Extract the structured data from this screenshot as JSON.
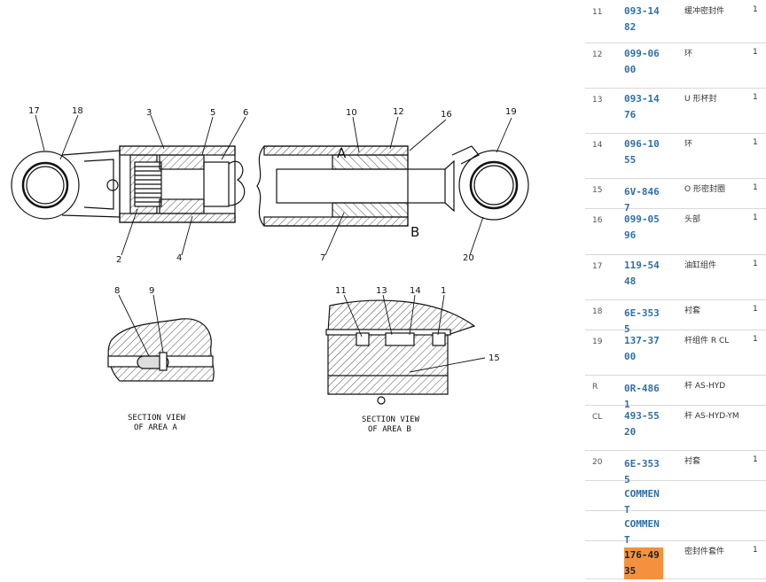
{
  "diagram": {
    "callouts": [
      "17",
      "18",
      "3",
      "5",
      "6",
      "10",
      "12",
      "16",
      "19",
      "2",
      "4",
      "7",
      "20",
      "A",
      "B",
      "8",
      "9",
      "11",
      "13",
      "14",
      "1",
      "15"
    ],
    "section_a_caption": [
      "SECTION VIEW",
      "OF AREA A"
    ],
    "section_b_caption": [
      "SECTION VIEW",
      "OF AREA B"
    ]
  },
  "parts": [
    {
      "idx": "11",
      "pn": "093-1482",
      "desc": "缓冲密封件",
      "qty": "1"
    },
    {
      "idx": "12",
      "pn": "099-0600",
      "desc": "环",
      "qty": "1"
    },
    {
      "idx": "13",
      "pn": "093-1476",
      "desc": "U 形杯封",
      "qty": "1"
    },
    {
      "idx": "14",
      "pn": "096-1055",
      "desc": "环",
      "qty": "1"
    },
    {
      "idx": "15",
      "pn": "6V-8467",
      "desc": "O 形密封圈",
      "qty": "1"
    },
    {
      "idx": "16",
      "pn": "099-0596",
      "desc": "头部",
      "qty": "1"
    },
    {
      "idx": "17",
      "pn": "119-5448",
      "desc": "油缸组件",
      "qty": "1"
    },
    {
      "idx": "18",
      "pn": "6E-3535",
      "desc": "衬套",
      "qty": "1"
    },
    {
      "idx": "19",
      "pn": "137-3700",
      "desc": "杆组件 R CL",
      "qty": "1"
    },
    {
      "idx": "R",
      "pn": "0R-4861",
      "desc": "杆 AS-HYD",
      "qty": ""
    },
    {
      "idx": "CL",
      "pn": "493-5520",
      "desc": "杆 AS-HYD-YM",
      "qty": ""
    },
    {
      "idx": "20",
      "pn": "6E-3535",
      "desc": "衬套",
      "qty": "1"
    },
    {
      "idx": "",
      "pn": "COMMENT",
      "desc": "",
      "qty": ""
    },
    {
      "idx": "",
      "pn": "COMMENT",
      "desc": "",
      "qty": ""
    },
    {
      "idx": "",
      "pn": "176-4935",
      "desc": "密封件套件",
      "qty": "1"
    }
  ]
}
